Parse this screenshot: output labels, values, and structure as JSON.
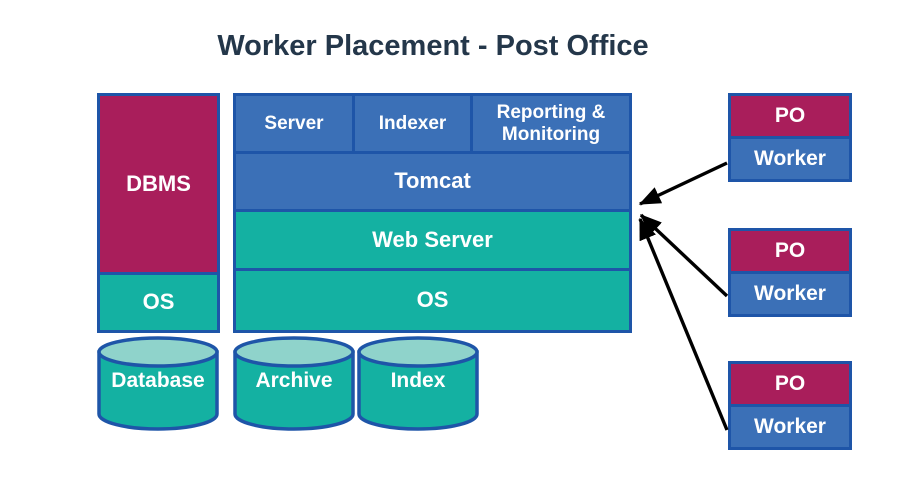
{
  "title": "Worker Placement - Post Office",
  "left_stack": {
    "dbms_label": "DBMS",
    "os_label": "OS"
  },
  "middle_stack": {
    "top_row": [
      {
        "label": "Server"
      },
      {
        "label": "Indexer"
      },
      {
        "label": "Reporting & Monitoring"
      }
    ],
    "tomcat_label": "Tomcat",
    "web_server_label": "Web Server",
    "os_label": "OS"
  },
  "databases": [
    {
      "label": "Database"
    },
    {
      "label": "Archive"
    },
    {
      "label": "Index"
    }
  ],
  "po_worker_nodes": [
    {
      "po_label": "PO",
      "worker_label": "Worker"
    },
    {
      "po_label": "PO",
      "worker_label": "Worker"
    },
    {
      "po_label": "PO",
      "worker_label": "Worker"
    }
  ],
  "arrows": [
    {
      "from": "po-worker-node-1",
      "to": "middle-stack-right-edge"
    },
    {
      "from": "po-worker-node-2",
      "to": "middle-stack-right-edge"
    },
    {
      "from": "po-worker-node-3",
      "to": "middle-stack-right-edge"
    }
  ],
  "colors": {
    "crimson": "#A91E5B",
    "blue": "#3B70B7",
    "teal": "#14B1A2",
    "teal_light": "#8FD3CB",
    "border_blue": "#1E55A8",
    "title_text": "#24374A",
    "box_text": "#FFFFFF",
    "arrow": "#000000"
  }
}
